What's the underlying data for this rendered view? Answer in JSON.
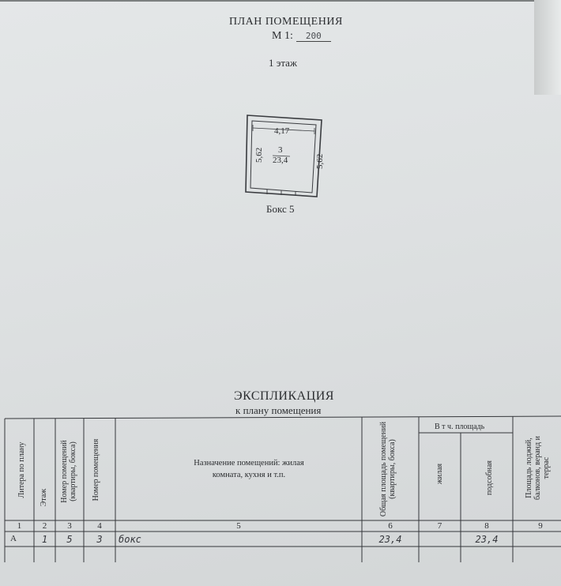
{
  "plan": {
    "title": "ПЛАН ПОМЕЩЕНИЯ",
    "scale_prefix": "М 1:",
    "scale_value": "200",
    "floor": "1 этаж",
    "room": {
      "top_dim": "4,17",
      "left_dim": "5,62",
      "right_dim": "5,62",
      "number": "3",
      "area": "23,4"
    },
    "box_label": "Бокс 5"
  },
  "explication": {
    "title": "ЭКСПЛИКАЦИЯ",
    "subtitle": "к плану помещения",
    "headers": {
      "litera": "Литера по плану",
      "floor": "Этаж",
      "apt_number": "Номер помещений\n(квартиры, бокса)",
      "room_number": "Номер помещения",
      "purpose": "Назначение помещений: жилая\nкомната, кухня и т.п.",
      "total_area": "Общая площадь помещений\n(квартиры, бокса)",
      "incl_area": "В т ч. площадь",
      "living": "жилая",
      "auxiliary": "подсобная",
      "balcony": "Площадь лоджий,\nбалконов, веранд и\nтеррас"
    },
    "column_numbers": [
      "1",
      "2",
      "3",
      "4",
      "5",
      "6",
      "7",
      "8",
      "9"
    ],
    "rows": [
      {
        "litera": "А",
        "floor": "1",
        "apt": "5",
        "room": "3",
        "purpose": "бокс",
        "total": "23,4",
        "living": "",
        "aux": "23,4",
        "balcony": ""
      }
    ]
  }
}
